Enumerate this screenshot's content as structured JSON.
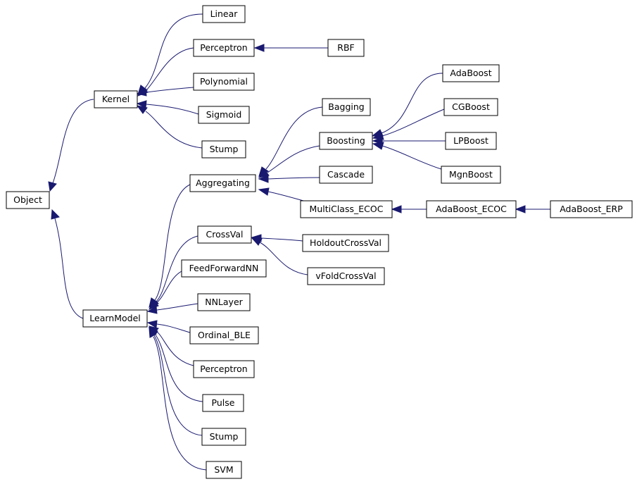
{
  "colors": {
    "edge": "#191970",
    "node_border": "#000000",
    "node_fill": "#ffffff",
    "text": "#000000"
  },
  "nodes": {
    "object": "Object",
    "kernel": "Kernel",
    "linear": "Linear",
    "perceptron_kernel": "Perceptron",
    "rbf": "RBF",
    "polynomial": "Polynomial",
    "sigmoid": "Sigmoid",
    "stump_kernel": "Stump",
    "learnmodel": "LearnModel",
    "aggregating": "Aggregating",
    "bagging": "Bagging",
    "boosting": "Boosting",
    "adaboost": "AdaBoost",
    "cgboost": "CGBoost",
    "lpboost": "LPBoost",
    "mgnboost": "MgnBoost",
    "cascade": "Cascade",
    "multiclass_ecoc": "MultiClass_ECOC",
    "adaboost_ecoc": "AdaBoost_ECOC",
    "adaboost_erp": "AdaBoost_ERP",
    "crossval": "CrossVal",
    "holdoutcrossval": "HoldoutCrossVal",
    "vfoldcrossval": "vFoldCrossVal",
    "feedforwardnn": "FeedForwardNN",
    "nnlayer": "NNLayer",
    "ordinal_ble": "Ordinal_BLE",
    "perceptron_lm": "Perceptron",
    "pulse": "Pulse",
    "stump_lm": "Stump",
    "svm": "SVM"
  },
  "edges": [
    [
      "kernel",
      "object"
    ],
    [
      "learnmodel",
      "object"
    ],
    [
      "linear",
      "kernel"
    ],
    [
      "perceptron_kernel",
      "kernel"
    ],
    [
      "polynomial",
      "kernel"
    ],
    [
      "sigmoid",
      "kernel"
    ],
    [
      "stump_kernel",
      "kernel"
    ],
    [
      "rbf",
      "perceptron_kernel"
    ],
    [
      "aggregating",
      "learnmodel"
    ],
    [
      "crossval",
      "learnmodel"
    ],
    [
      "feedforwardnn",
      "learnmodel"
    ],
    [
      "nnlayer",
      "learnmodel"
    ],
    [
      "ordinal_ble",
      "learnmodel"
    ],
    [
      "perceptron_lm",
      "learnmodel"
    ],
    [
      "pulse",
      "learnmodel"
    ],
    [
      "stump_lm",
      "learnmodel"
    ],
    [
      "svm",
      "learnmodel"
    ],
    [
      "bagging",
      "aggregating"
    ],
    [
      "boosting",
      "aggregating"
    ],
    [
      "cascade",
      "aggregating"
    ],
    [
      "multiclass_ecoc",
      "aggregating"
    ],
    [
      "adaboost",
      "boosting"
    ],
    [
      "cgboost",
      "boosting"
    ],
    [
      "lpboost",
      "boosting"
    ],
    [
      "mgnboost",
      "boosting"
    ],
    [
      "adaboost_ecoc",
      "multiclass_ecoc"
    ],
    [
      "adaboost_erp",
      "adaboost_ecoc"
    ],
    [
      "holdoutcrossval",
      "crossval"
    ],
    [
      "vfoldcrossval",
      "crossval"
    ]
  ]
}
